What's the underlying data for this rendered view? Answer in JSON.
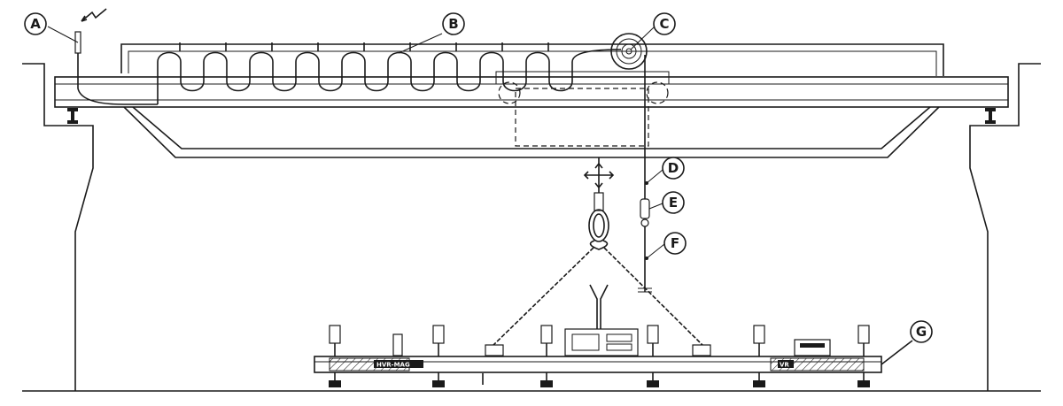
{
  "callouts": [
    {
      "id": "A",
      "label": "A"
    },
    {
      "id": "B",
      "label": "B"
    },
    {
      "id": "C",
      "label": "C"
    },
    {
      "id": "D",
      "label": "D"
    },
    {
      "id": "E",
      "label": "E"
    },
    {
      "id": "F",
      "label": "F"
    },
    {
      "id": "G",
      "label": "G"
    }
  ],
  "components": {
    "beam_brand_left": "HVR-MAG",
    "beam_brand_right": "VR"
  },
  "colors": {
    "line": "#1a1a1a",
    "background": "#ffffff"
  }
}
